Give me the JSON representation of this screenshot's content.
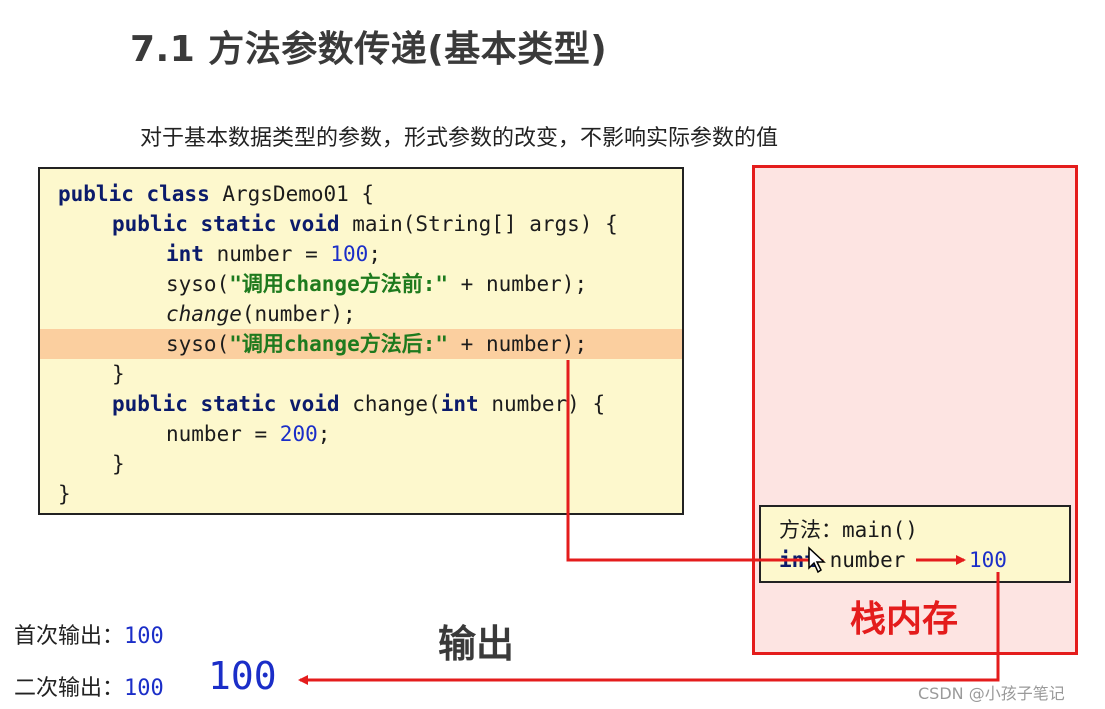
{
  "slide": {
    "title": "7.1 方法参数传递(基本类型)",
    "subtitle": "对于基本数据类型的参数，形式参数的改变，不影响实际参数的值"
  },
  "code": {
    "line1": {
      "kw": "public class",
      "rest": " ArgsDemo01 {"
    },
    "line2": {
      "kw": "public static void",
      "rest": " main(String[] args) {"
    },
    "line3": {
      "kw": "int",
      "a": " number = ",
      "num": "100",
      "b": ";"
    },
    "line4": {
      "a": "syso(",
      "str": "\"调用change方法前:\"",
      "b": " + number);"
    },
    "line5": {
      "it": "change",
      "b": "(number);"
    },
    "line6": {
      "a": "syso(",
      "str": "\"调用change方法后:\"",
      "b": " + number);"
    },
    "line7": "}",
    "line8": {
      "kw": "public static void",
      "a": " change(",
      "kw2": "int",
      "b": " number) {"
    },
    "line9": {
      "a": "number = ",
      "num": "200",
      "b": ";"
    },
    "line10": "}",
    "line11": "}"
  },
  "stack": {
    "label": "栈内存",
    "frame_method": "方法：main()",
    "var_type": "int",
    "var_name": "number",
    "var_value": "100"
  },
  "output": {
    "label": "输出",
    "first_label": "首次输出：",
    "first_value": "100",
    "second_label": "二次输出：",
    "second_value": "100",
    "second_value_big": "100"
  },
  "watermark": "CSDN @小孩子笔记",
  "colors": {
    "code_bg": "#fdf8cd",
    "highlight": "#fbcf9f",
    "stack_bg": "#fde4e2",
    "accent_red": "#e41c1c",
    "number_blue": "#1b2ec8",
    "keyword_navy": "#0b1b6b",
    "string_green": "#1e7a1e"
  }
}
